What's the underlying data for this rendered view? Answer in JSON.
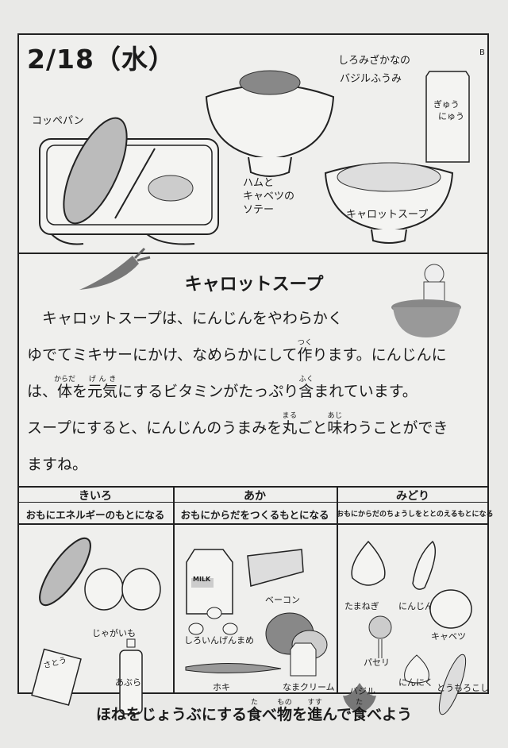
{
  "header": {
    "date": "2/18（水）",
    "version_mark": "B"
  },
  "menu": {
    "items": [
      {
        "name": "コッペパン"
      },
      {
        "name_lines": [
          "しろみざかなの",
          "バジルふうみ"
        ]
      },
      {
        "name_lines": [
          "ぎゅう",
          "にゅう"
        ]
      },
      {
        "name_lines": [
          "ハムと",
          "キャベツの",
          "ソテー"
        ]
      },
      {
        "name": "キャロットスープ"
      }
    ]
  },
  "article": {
    "title": "キャロットスープ",
    "lines": [
      {
        "text": "キャロットスープは、にんじんをやわらかく"
      },
      {
        "a": "ゆでてミキサーにかけ、なめらかにして",
        "k1": "作",
        "r1": "つく",
        "b": "ります。にんじんに"
      },
      {
        "a": "は、",
        "k1": "体",
        "r1": "からだ",
        "b": "を",
        "k2": "元気",
        "r2": "げんき",
        "c": "にするビタミンがたっぷり",
        "k3": "含",
        "r3": "ふく",
        "d": "まれています。"
      },
      {
        "a": "スープにすると、にんじんのうまみを",
        "k1": "丸",
        "r1": "まる",
        "b": "ごと",
        "k2": "味",
        "r2": "あじ",
        "c": "わうことができ"
      },
      {
        "text": "ますね。"
      }
    ]
  },
  "groups": [
    {
      "color": "きいろ",
      "desc": "おもにエネルギーのもとになる",
      "foods": [
        "じゃがいも",
        "あぶら"
      ],
      "package_text": "さとう"
    },
    {
      "color": "あか",
      "desc": "おもにからだをつくるもとになる",
      "foods": [
        "ベーコン",
        "しろいんげんまめ",
        "ホキ",
        "なまクリーム"
      ],
      "milk_text": "MILK"
    },
    {
      "color": "みどり",
      "desc": "おもにからだのちょうしをととのえるもとになる",
      "foods": [
        "たまねぎ",
        "にんじん",
        "キャベツ",
        "パセリ",
        "にんにく",
        "バジル",
        "とうもろこし"
      ]
    }
  ],
  "footer": {
    "a": "ほねをじょうぶにする",
    "k1": "食",
    "r1": "た",
    "b": "べ",
    "k2": "物",
    "r2": "もの",
    "c": "を",
    "k3": "進",
    "r3": "すす",
    "d": "んで",
    "k4": "食",
    "r4": "た",
    "e": "べよう"
  }
}
